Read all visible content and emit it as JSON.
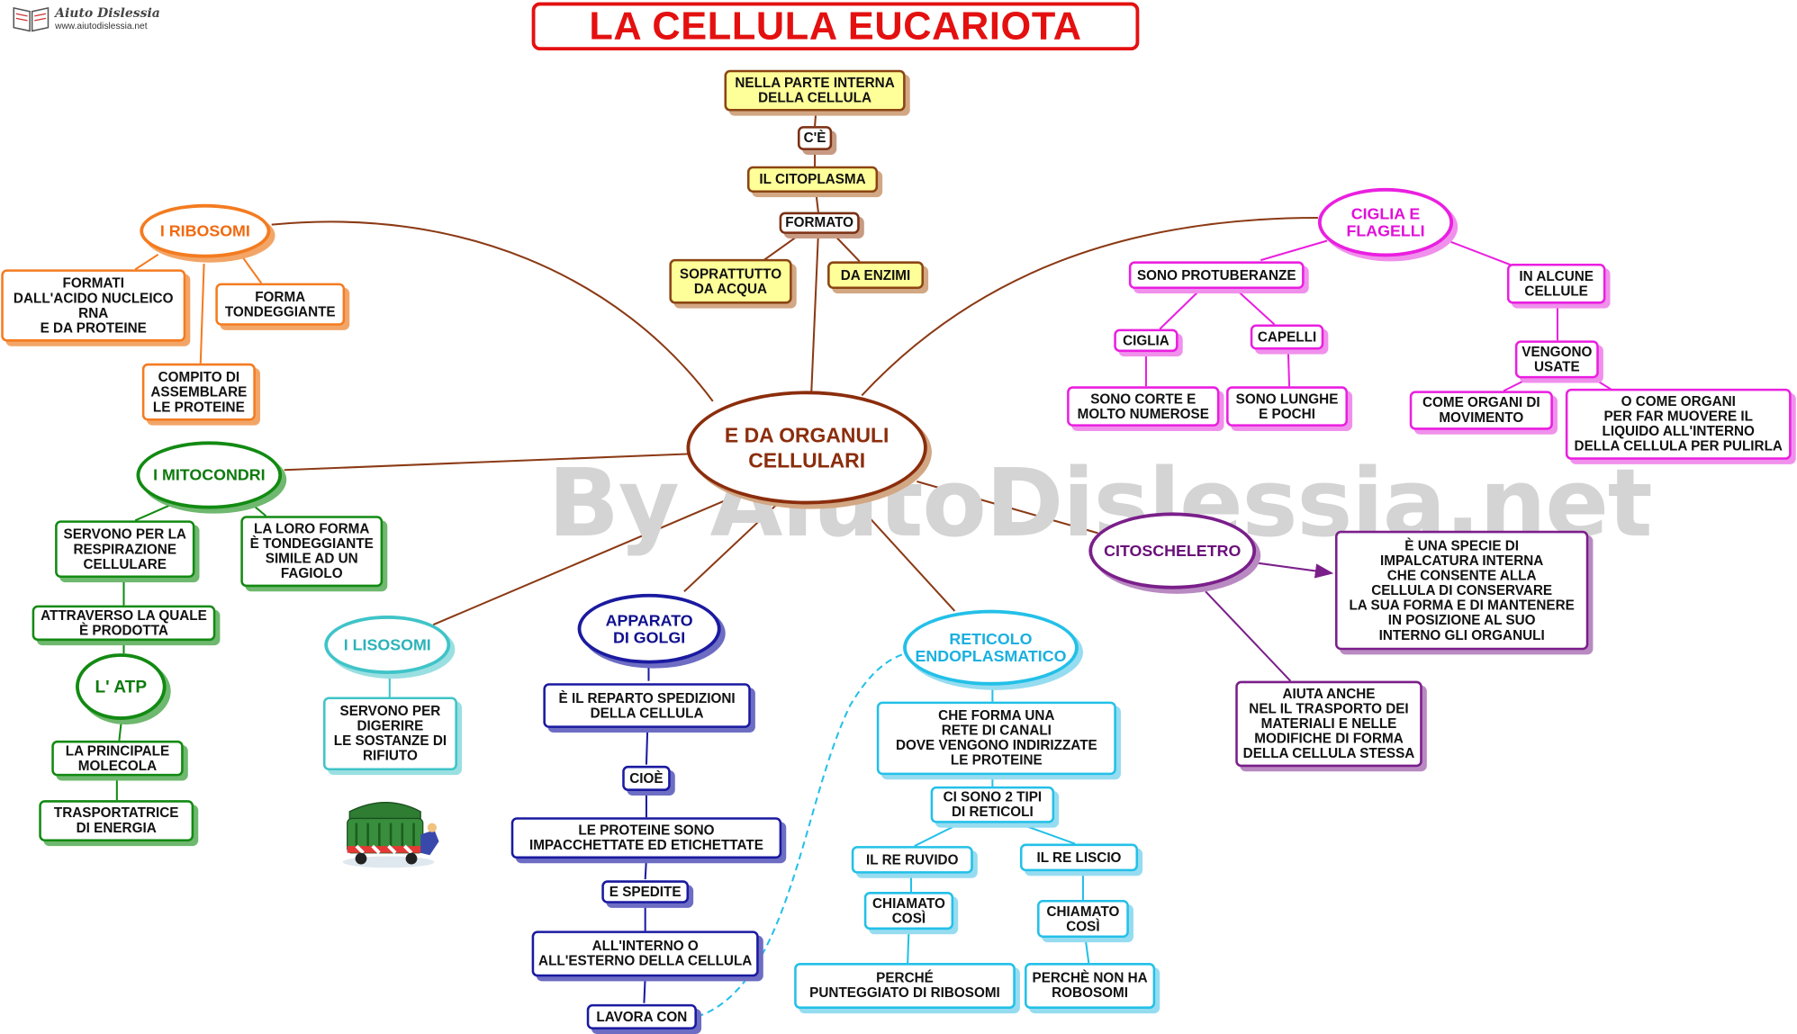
{
  "title": "LA CELLULA EUCARIOTA",
  "watermark": "By AiutoDislessia.net",
  "logo": {
    "name": "Aiuto Dislessia",
    "url": "www.aiutodislessia.net"
  },
  "colors": {
    "title": "#e41010",
    "center": "#8b2d0c",
    "ribosomi": "#f47b20",
    "mitocondri": "#128a12",
    "lisosomi": "#3fc4c8",
    "golgi": "#1a1aa0",
    "reticolo": "#23c0e8",
    "ciglia": "#ea1fe0",
    "citoscheletro": "#7a1f8a"
  },
  "nodes": {
    "center": "E DA ORGANULI\nCELLULARI",
    "parte_interna": "NELLA PARTE INTERNA\nDELLA CELLULA",
    "ce": "C'È",
    "citoplasma": "IL CITOPLASMA",
    "formato": "FORMATO",
    "soprattutto": "SOPRATTUTTO\nDA ACQUA",
    "enzimi": "DA ENZIMI",
    "ribosomi": "I RIBOSOMI",
    "rib_formati": "FORMATI\nDALL'ACIDO NUCLEICO\nRNA\nE DA PROTEINE",
    "rib_forma": "FORMA\nTONDEGGIANTE",
    "rib_compito": "COMPITO DI\nASSEMBLARE\nLE PROTEINE",
    "mitocondri": "I MITOCONDRI",
    "mit_servono": "SERVONO PER LA\nRESPIRAZIONE\nCELLULARE",
    "mit_forma": "LA LORO FORMA\nÈ TONDEGGIANTE\nSIMILE AD UN\nFAGIOLO",
    "mit_attraverso": "ATTRAVERSO LA QUALE\nÈ PRODOTTA",
    "atp": "L' ATP",
    "atp_molecola": "LA PRINCIPALE\nMOLECOLA",
    "atp_trasport": "TRASPORTATRICE\nDI ENERGIA",
    "lisosomi": "I LISOSOMI",
    "lis_servono": "SERVONO PER\nDIGERIRE\nLE SOSTANZE DI\nRIFIUTO",
    "golgi": "APPARATO\nDI GOLGI",
    "golgi_reparto": "È IL REPARTO SPEDIZIONI\nDELLA CELLULA",
    "golgi_cioe": "CIOÈ",
    "golgi_proteine": "LE PROTEINE SONO\nIMPACCHETTATE ED  ETICHETTATE",
    "golgi_spedite": "E SPEDITE",
    "golgi_interno": "ALL'INTERNO O\nALL'ESTERNO DELLA CELLULA",
    "golgi_lavora": "LAVORA CON",
    "reticolo": "RETICOLO\nENDOPLASMATICO",
    "ret_rete": "CHE  FORMA  UNA\nRETE DI CANALI\nDOVE VENGONO INDIRIZZATE\nLE PROTEINE",
    "ret_tipi": "CI SONO 2 TIPI\nDI RETICOLI",
    "ret_ruvido": "IL RE RUVIDO",
    "ret_liscio": "IL RE  LISCIO",
    "ret_chiamato1": "CHIAMATO\nCOSÌ",
    "ret_chiamato2": "CHIAMATO\nCOSÌ",
    "ret_perche1": "PERCHÉ\nPUNTEGGIATO DI RIBOSOMI",
    "ret_perche2": "PERCHÈ NON HA\nROBOSOMI",
    "ciglia": "CIGLIA E\nFLAGELLI",
    "cig_protuberanze": "SONO PROTUBERANZE",
    "cig_ciglia": "CIGLIA",
    "cig_capelli": "CAPELLI",
    "cig_corte": "SONO CORTE E\nMOLTO NUMEROSE",
    "cig_lunghe": "SONO LUNGHE\nE POCHI",
    "cig_alcune": "IN ALCUNE\nCELLULE",
    "cig_vengono": "VENGONO\nUSATE",
    "cig_movimento": "COME ORGANI DI\nMOVIMENTO",
    "cig_muovere": "O COME ORGANI\nPER FAR MUOVERE IL\nLIQUIDO ALL'INTERNO\nDELLA CELLULA PER PULIRLA",
    "citoscheletro": "CITOSCHELETRO",
    "cit_specie": "È UNA SPECIE DI\nIMPALCATURA INTERNA\nCHE CONSENTE ALLA\nCELLULA DI CONSERVARE\nLA SUA FORMA E DI MANTENERE\nIN POSIZIONE AL SUO\nINTERNO GLI ORGANULI",
    "cit_aiuta": "AIUTA ANCHE\nNEL IL TRASPORTO DEI\nMATERIALI E NELLE\nMODIFICHE DI FORMA\nDELLA CELLULA STESSA"
  }
}
